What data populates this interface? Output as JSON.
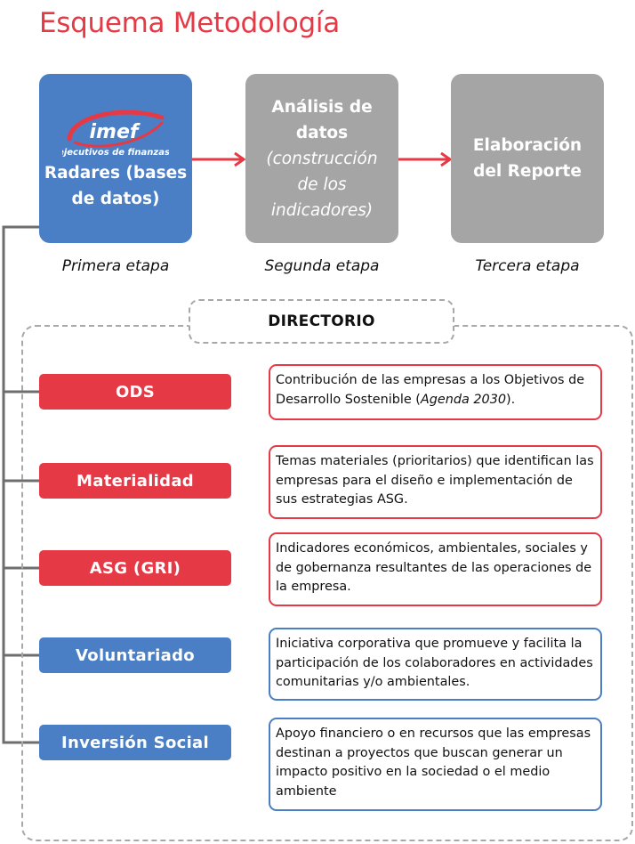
{
  "title": "Esquema Metodología",
  "colors": {
    "red": "#e63946",
    "blue": "#4a7fc5",
    "gray": "#a5a5a5",
    "connector": "#6e6e6e"
  },
  "logo": {
    "brand": "imef",
    "tagline": "ejecutivos de finanzas"
  },
  "stages": [
    {
      "title_line1": "Radares (bases",
      "title_line2": "de datos)",
      "label": "Primera etapa"
    },
    {
      "title_line1": "Análisis de",
      "title_line2": "datos",
      "subtitle_line1": "(construcción",
      "subtitle_line2": "de los",
      "subtitle_line3": "indicadores)",
      "label": "Segunda etapa"
    },
    {
      "title_line1": "Elaboración",
      "title_line2": "del Reporte",
      "label": "Tercera etapa"
    }
  ],
  "directory": {
    "title": "DIRECTORIO",
    "items": [
      {
        "label": "ODS",
        "desc_pre": "Contribución de las empresas a los Objetivos de Desarrollo Sostenible (",
        "desc_em": "Agenda 2030",
        "desc_post": ")."
      },
      {
        "label": "Materialidad",
        "desc": "Temas materiales (prioritarios) que identifican las empresas para el diseño e implementación de sus estrategias ASG."
      },
      {
        "label": "ASG (GRI)",
        "desc": "Indicadores económicos, ambientales, sociales y de gobernanza resultantes de las operaciones de la empresa."
      },
      {
        "label": "Voluntariado",
        "desc": "Iniciativa corporativa que promueve y facilita la participación de los colaboradores en actividades comunitarias y/o  ambientales."
      },
      {
        "label": "Inversión Social",
        "desc": "Apoyo financiero o en recursos que las empresas destinan a proyectos que buscan generar un impacto positivo en la sociedad o el medio ambiente"
      }
    ]
  }
}
